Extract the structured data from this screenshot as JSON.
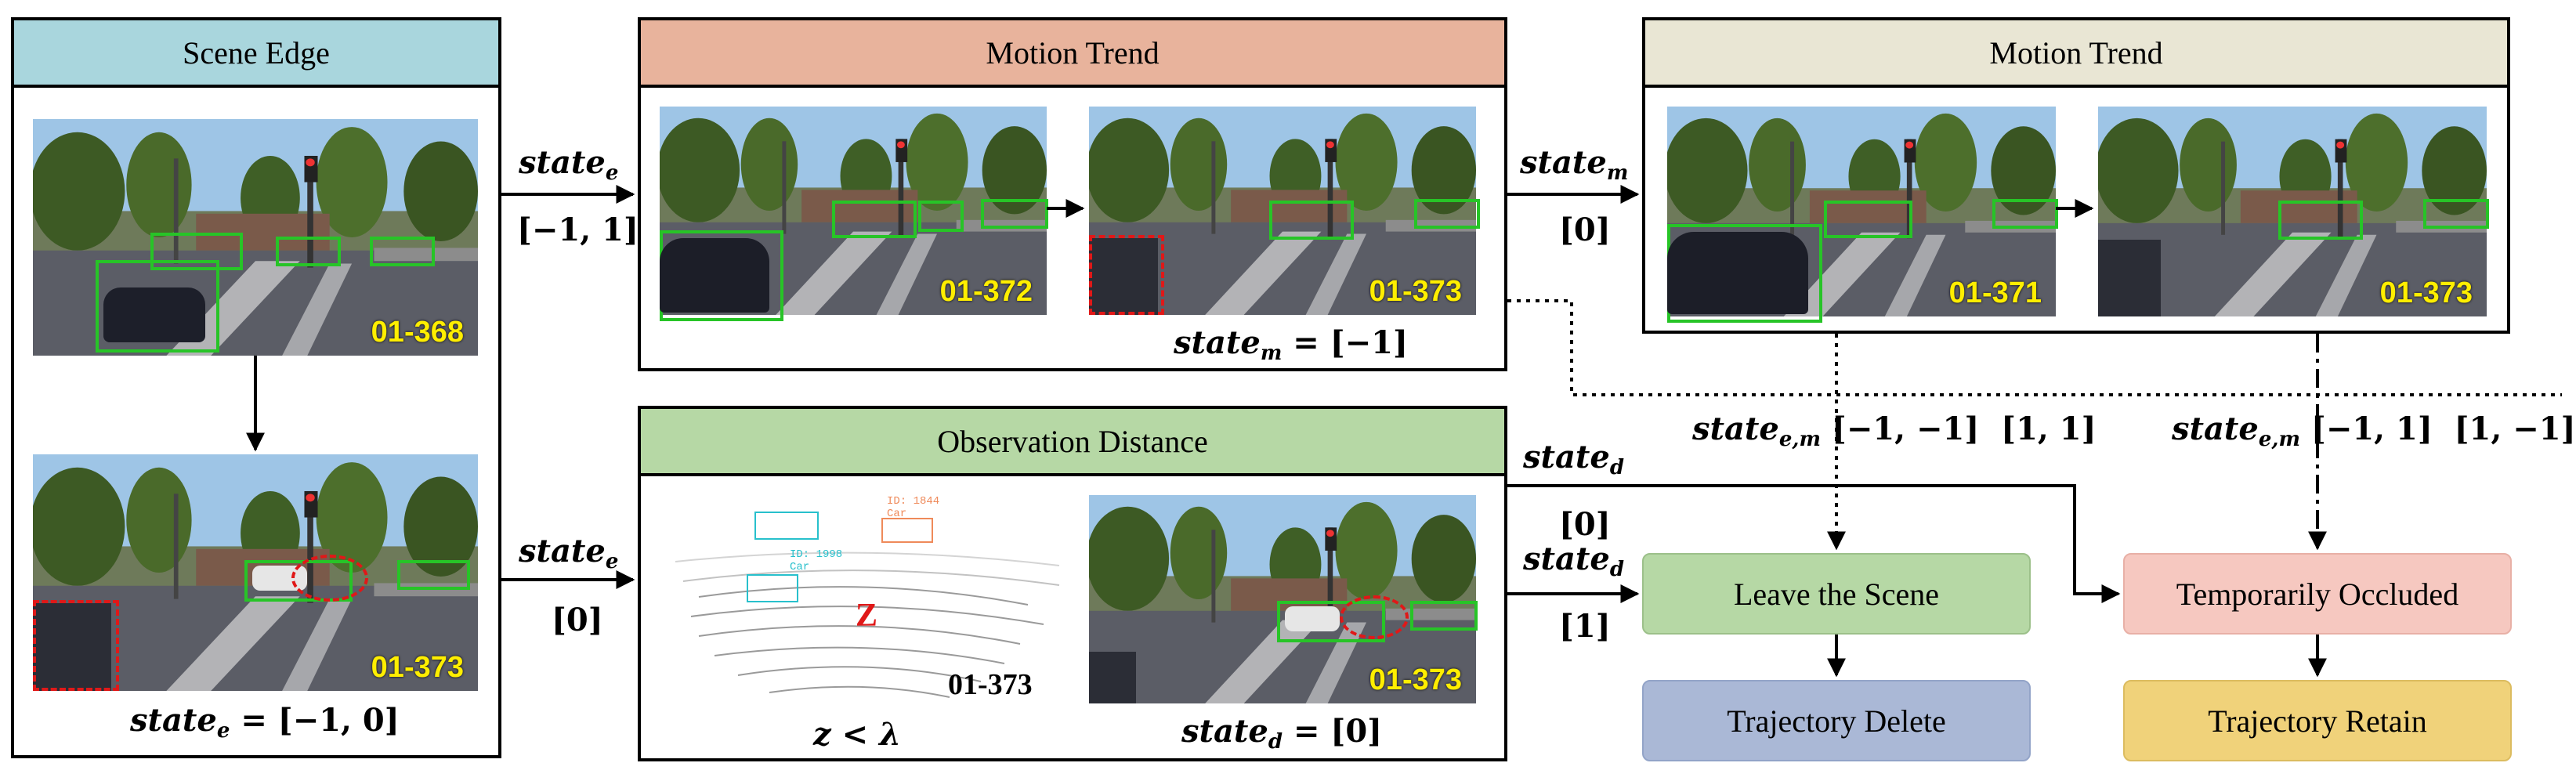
{
  "colors": {
    "scene_edge_header": "#a9d6dd",
    "motion_trend_1_header": "#e8b39c",
    "motion_trend_2_header": "#e9e6d4",
    "observation_header": "#b6d8a5",
    "leave_scene": "#b6d8a5",
    "trajectory_delete": "#aab8d6",
    "temporarily_occluded": "#f6c8c0",
    "trajectory_retain": "#f0d27a",
    "frame_id": "#ffee00",
    "detection_box": "#27c427",
    "occlusion_marker": "#e01818"
  },
  "panels": {
    "scene_edge": {
      "title": "Scene Edge",
      "frames": [
        "01-368",
        "01-373"
      ],
      "state_var": "state",
      "state_sub": "e",
      "state_value": "= [−1, 0]"
    },
    "motion_trend_1": {
      "title": "Motion Trend",
      "frames": [
        "01-372",
        "01-373"
      ],
      "state_var": "state",
      "state_sub": "m",
      "state_value": "= [−1]"
    },
    "motion_trend_2": {
      "title": "Motion Trend",
      "frames": [
        "01-371",
        "01-373"
      ]
    },
    "observation_distance": {
      "title": "Observation Distance",
      "lidar_frame": "01-373",
      "z_label": "Z",
      "cond_text": "z < λ",
      "frame": "01-373",
      "state_var": "state",
      "state_sub": "d",
      "state_value": "= [0]",
      "lidar_tags": [
        "ID: 1844",
        "Car",
        "ID: 1998",
        "Car"
      ]
    }
  },
  "edges": {
    "e1": {
      "var": "state",
      "sub": "e",
      "value": "[−1, 1]"
    },
    "e2": {
      "var": "state",
      "sub": "e",
      "value": "[0]"
    },
    "m1": {
      "var": "state",
      "sub": "m",
      "value": "[0]"
    },
    "d0": {
      "var": "state",
      "sub": "d",
      "value": "[0]"
    },
    "d1": {
      "var": "state",
      "sub": "d",
      "value": "[1]"
    },
    "em_left": {
      "var": "state",
      "sub": "e,m",
      "value": "[−1, −1]  [1, 1]"
    },
    "em_right": {
      "var": "state",
      "sub": "e,m",
      "value": "[−1, 1]  [1, −1]"
    }
  },
  "outcomes": {
    "leave_scene": "Leave the Scene",
    "trajectory_delete": "Trajectory Delete",
    "temporarily_occluded": "Temporarily Occluded",
    "trajectory_retain": "Trajectory Retain"
  }
}
